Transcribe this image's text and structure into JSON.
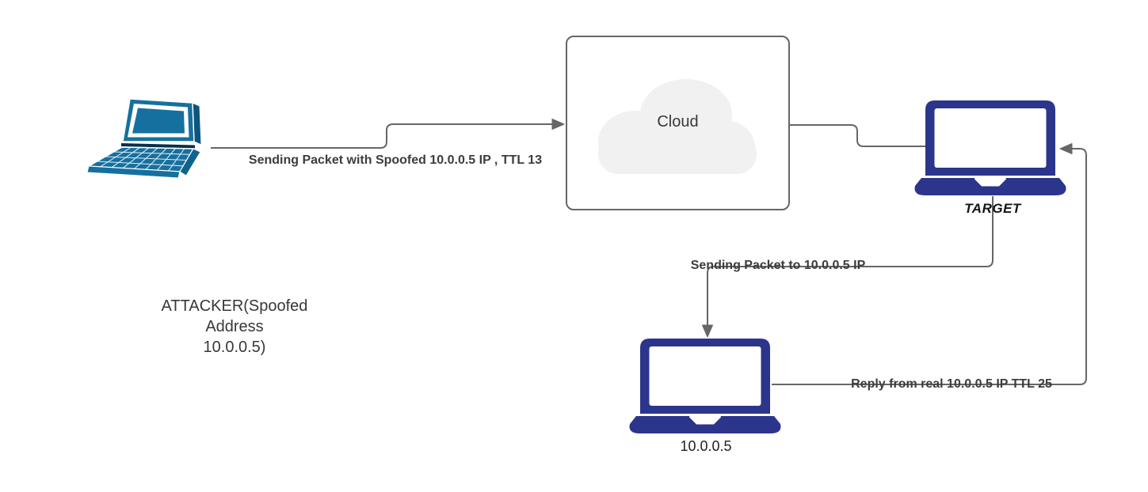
{
  "diagram": {
    "nodes": {
      "attacker": {
        "label": "ATTACKER(Spoofed\nAddress\n10.0.0.5)",
        "icon": "laptop-perspective-icon"
      },
      "cloud": {
        "label": "Cloud",
        "icon": "cloud-icon"
      },
      "target": {
        "label": "TARGET",
        "icon": "laptop-icon"
      },
      "real_host": {
        "label": "10.0.0.5",
        "icon": "laptop-icon"
      }
    },
    "edges": [
      {
        "from": "attacker",
        "to": "cloud",
        "label": "Sending Packet with Spoofed 10.0.0.5 IP , TTL 13",
        "arrow": "right"
      },
      {
        "from": "cloud",
        "to": "target",
        "label": "",
        "arrow": "none"
      },
      {
        "from": "target",
        "to": "real_host",
        "label": "Sending Packet to 10.0.0.5 IP",
        "arrow": "down"
      },
      {
        "from": "real_host",
        "to": "target",
        "label": "Reply from real 10.0.0.5 IP TTL 25",
        "arrow": "left"
      }
    ],
    "colors": {
      "attacker_laptop_teal": "#16709f",
      "attacker_laptop_dark": "#0d557e",
      "target_laptop_navy": "#2c358c",
      "connector_gray": "#666666",
      "cloud_fill": "#f1f1f1",
      "cloud_box_border": "#666666",
      "edge_label_text": "#3d3d3d",
      "node_label_text": "#383838"
    }
  }
}
